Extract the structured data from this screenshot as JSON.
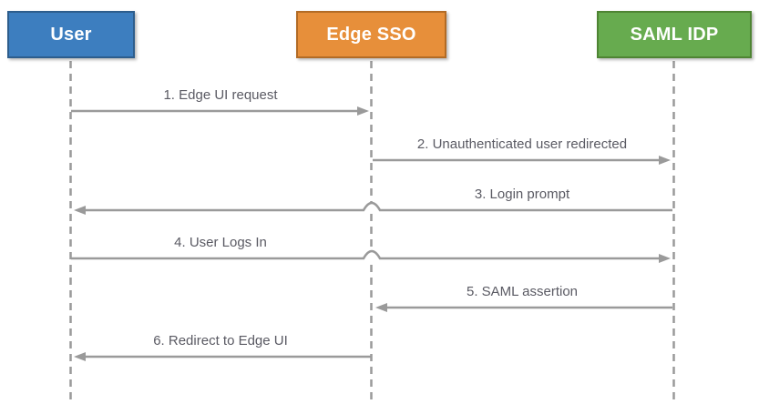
{
  "diagram": {
    "type": "sequence-diagram",
    "background_color": "#ffffff",
    "line_color": "#9a9a9a",
    "label_color": "#5a5a63",
    "actors": [
      {
        "id": "user",
        "label": "User",
        "fill": "#3d7ebf",
        "border": "#2d5d8c",
        "text_color": "#ffffff"
      },
      {
        "id": "edge-sso",
        "label": "Edge SSO",
        "fill": "#e78f3a",
        "border": "#b26b25",
        "text_color": "#ffffff"
      },
      {
        "id": "saml-idp",
        "label": "SAML IDP",
        "fill": "#67ab4f",
        "border": "#4e8433",
        "text_color": "#ffffff"
      }
    ],
    "messages": [
      {
        "label": "1. Edge UI request",
        "from": "User",
        "to": "Edge SSO",
        "direction": "right"
      },
      {
        "label": "2. Unauthenticated user redirected",
        "from": "Edge SSO",
        "to": "SAML IDP",
        "direction": "right"
      },
      {
        "label": "3. Login prompt",
        "from": "SAML IDP",
        "to": "User",
        "direction": "left"
      },
      {
        "label": "4. User Logs In",
        "from": "User",
        "to": "SAML IDP",
        "direction": "right"
      },
      {
        "label": "5. SAML assertion",
        "from": "SAML IDP",
        "to": "Edge SSO",
        "direction": "left"
      },
      {
        "label": "6. Redirect to Edge UI",
        "from": "Edge SSO",
        "to": "User",
        "direction": "left"
      }
    ]
  }
}
